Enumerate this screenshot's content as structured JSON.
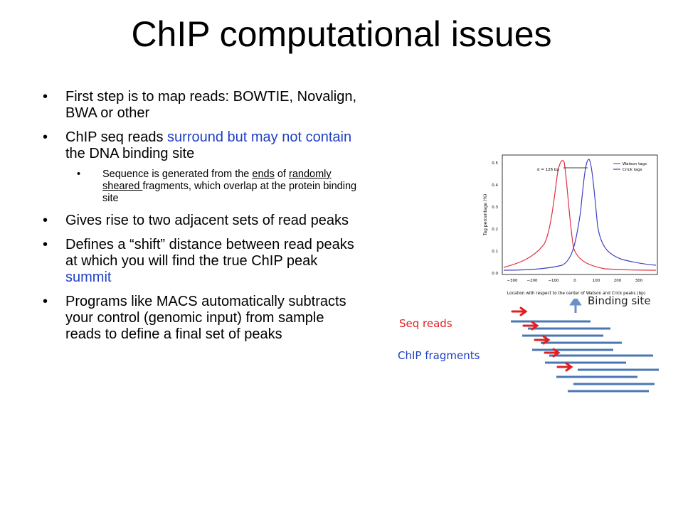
{
  "title": "ChIP computational issues",
  "bullets": {
    "b1": "First step is to map reads: BOWTIE, Novalign, BWA or other",
    "b2_pre": "ChIP seq reads ",
    "b2_blue": "surround but may not contain",
    "b2_post": " the DNA binding site",
    "sub_pre": "Sequence is generated from the ",
    "sub_ends": "ends",
    "sub_mid": " of ",
    "sub_random": "randomly sheared ",
    "sub_post": "fragments, which overlap at the protein binding site",
    "b3": "Gives rise to two adjacent sets of read peaks",
    "b4_pre": "Defines a “shift” distance between read peaks at which you will find the true ChIP peak ",
    "b4_blue": "summit",
    "b5": "Programs like MACS automatically subtracts your control (genomic input) from sample reads to define a final set of peaks"
  },
  "figure": {
    "ylabel": "Tag percentage (%)",
    "xlabel": "Location with respect to the center of Watson and Crick peaks (bp)",
    "d_label": "d = 126 bp",
    "legend": [
      "Watson tags",
      "Crick tags"
    ],
    "yticks": [
      "0.0",
      "0.1",
      "0.2",
      "0.3",
      "0.4",
      "0.5"
    ],
    "xticks": [
      "−300",
      "−200",
      "−100",
      "0",
      "100",
      "200",
      "300"
    ]
  },
  "labels": {
    "seq_reads": "Seq reads",
    "chip_fragments": "ChIP fragments",
    "binding_site": "Binding site"
  },
  "colors": {
    "red": "#e02020",
    "blue": "#1f3fc4",
    "fragment": "#4a77b4"
  }
}
